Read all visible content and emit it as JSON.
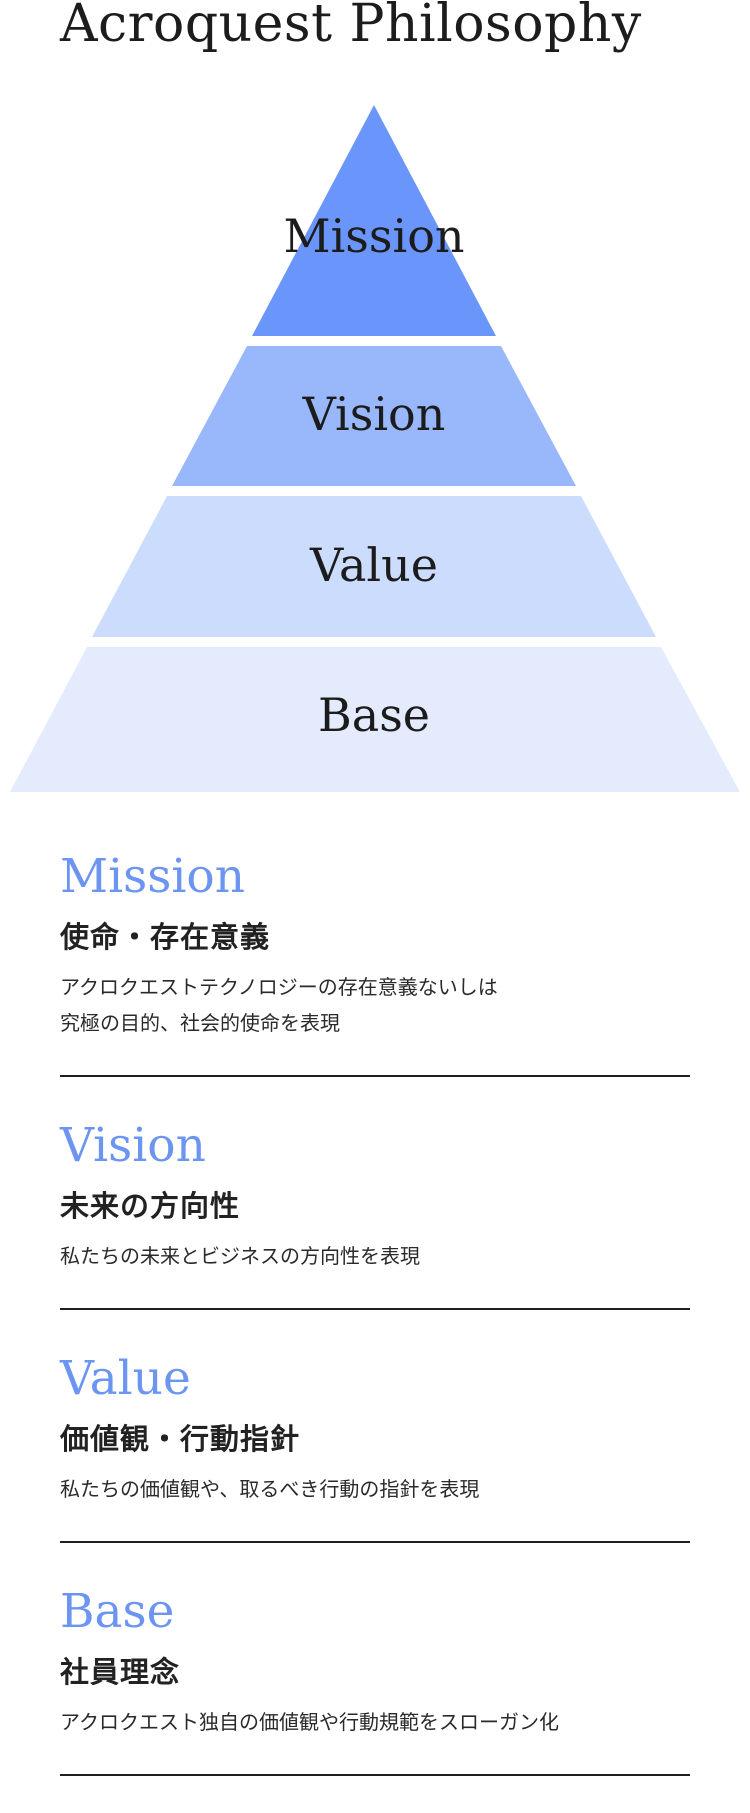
{
  "page": {
    "title": "Acroquest Philosophy"
  },
  "pyramid": {
    "tiers": [
      {
        "label": "Mission",
        "color": "#6a96fb"
      },
      {
        "label": "Vision",
        "color": "#98b8fb"
      },
      {
        "label": "Value",
        "color": "#cbdcfd"
      },
      {
        "label": "Base",
        "color": "#e4ebfd"
      }
    ]
  },
  "sections": [
    {
      "title": "Mission",
      "subtitle": "使命・存在意義",
      "description": "アクロクエストテクノロジーの存在意義ないしは\n究極の目的、社会的使命を表現"
    },
    {
      "title": "Vision",
      "subtitle": "未来の方向性",
      "description": "私たちの未来とビジネスの方向性を表現"
    },
    {
      "title": "Value",
      "subtitle": "価値観・行動指針",
      "description": "私たちの価値観や、取るべき行動の指針を表現"
    },
    {
      "title": "Base",
      "subtitle": "社員理念",
      "description": "アクロクエスト独自の価値観や行動規範をスローガン化"
    }
  ],
  "colors": {
    "accent": "#6b95f0",
    "text": "#1c1c1c",
    "divider": "#1f1f1f"
  }
}
